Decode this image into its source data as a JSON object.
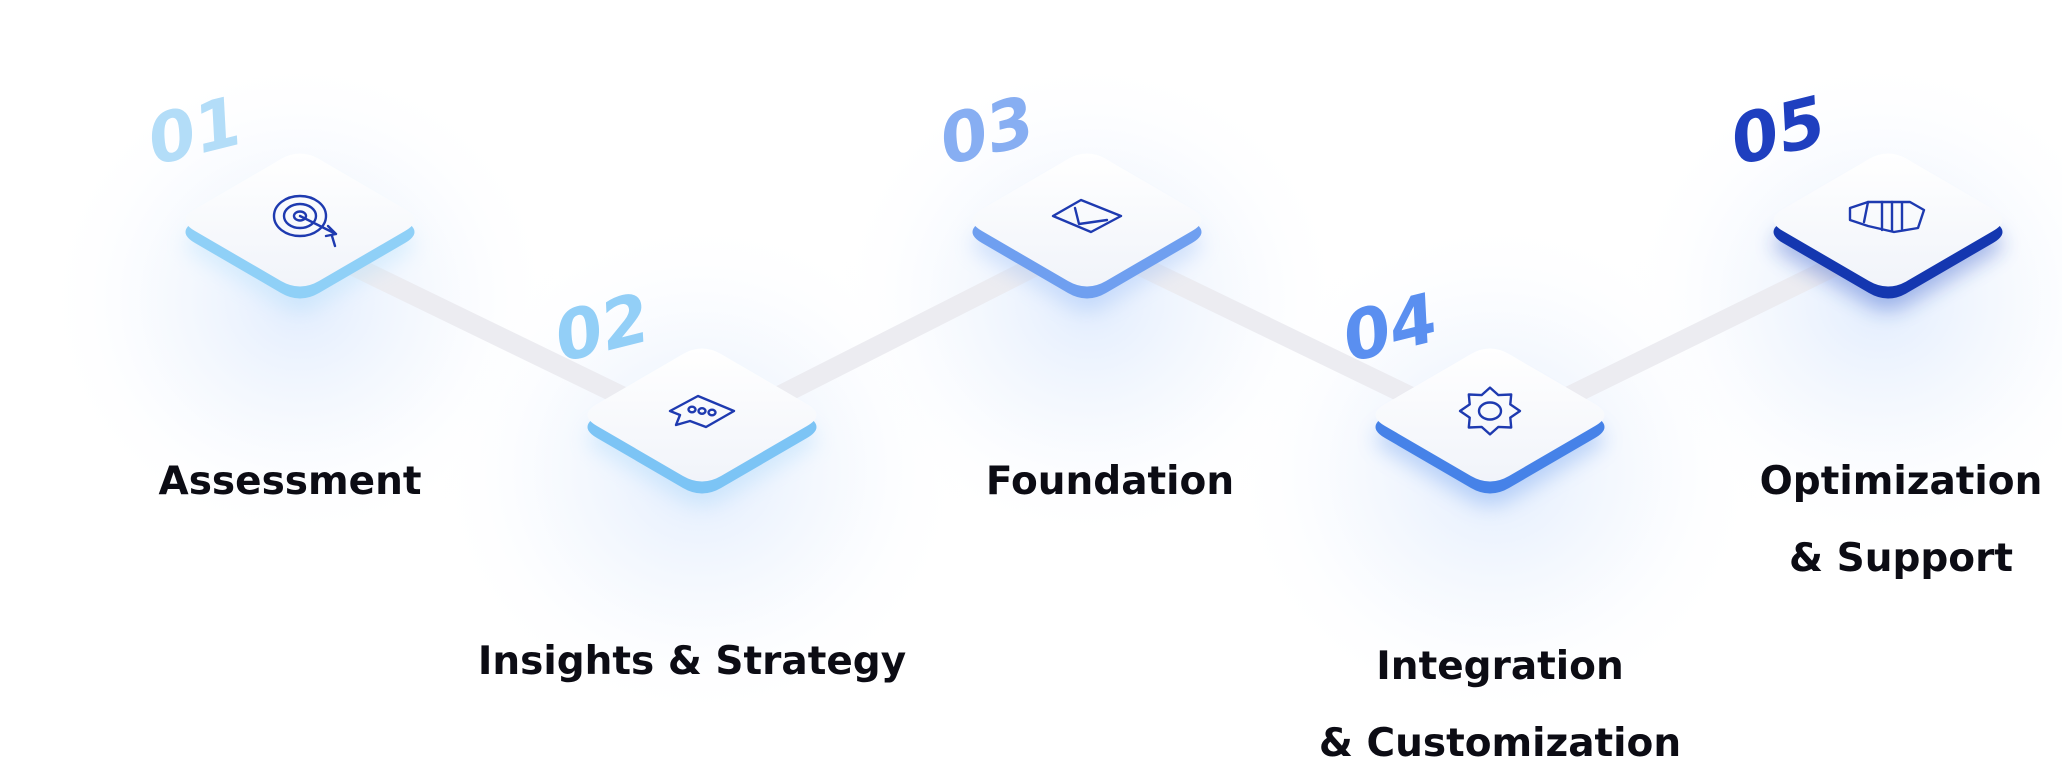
{
  "steps": [
    {
      "number": "01",
      "title_lines": [
        "Assessment"
      ],
      "icon": "target-icon",
      "accent": "#a9dcfb",
      "edge": "#8fd0f7",
      "number_color": "#b3ddf8"
    },
    {
      "number": "02",
      "title_lines": [
        "Insights & Strategy"
      ],
      "icon": "chat-bubble-icon",
      "accent": "#9fd4fa",
      "edge": "#7cc4f5",
      "number_color": "#93cff7"
    },
    {
      "number": "03",
      "title_lines": [
        "Foundation"
      ],
      "icon": "foundation-icon",
      "accent": "#8fb7f6",
      "edge": "#6f9ff0",
      "number_color": "#87aef2"
    },
    {
      "number": "04",
      "title_lines": [
        "Integration",
        "& Customization"
      ],
      "icon": "gear-icon",
      "accent": "#5d95ee",
      "edge": "#4682e8",
      "number_color": "#5a8ff0"
    },
    {
      "number": "05",
      "title_lines": [
        "Optimization",
        "& Support"
      ],
      "icon": "handshake-icon",
      "accent": "#1d47c4",
      "edge": "#1437b0",
      "number_color": "#1f3fbf"
    }
  ]
}
